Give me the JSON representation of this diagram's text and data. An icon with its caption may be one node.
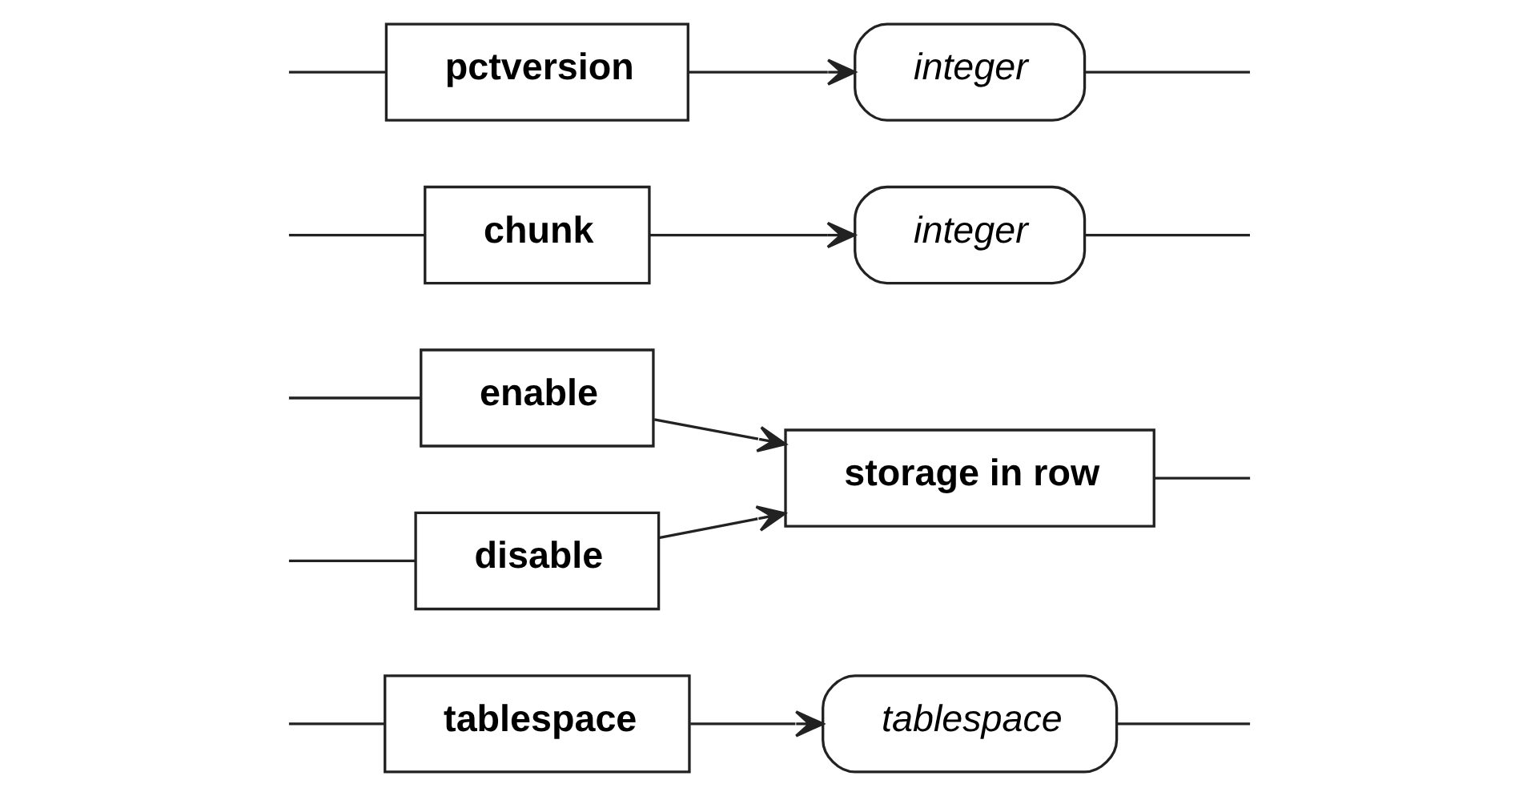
{
  "diagram": {
    "nodes": [
      {
        "text": [
          "tablespace"
        ]
      },
      {
        "text": [
          "tablespace"
        ]
      },
      {
        "text": [
          "enable"
        ]
      },
      {
        "text": [
          "disable"
        ]
      },
      {
        "text": [
          "storage in row"
        ]
      },
      {
        "text": [
          "chunk"
        ]
      },
      {
        "text": [
          "integer"
        ]
      },
      {
        "text": [
          "pctversion"
        ]
      },
      {
        "text": [
          "integer"
        ]
      }
    ],
    "edges": [
      {
        "from": null,
        "to": 0,
        "arrow": "none"
      },
      {
        "from": 0,
        "to": 1,
        "arrow": "to"
      },
      {
        "from": 1,
        "to": null,
        "arrow": "none"
      },
      {
        "from": null,
        "to": 2,
        "arrow": "none"
      },
      {
        "from": null,
        "to": 3,
        "arrow": "none"
      },
      {
        "from": 2,
        "to": 4,
        "arrow": "to"
      },
      {
        "from": 3,
        "to": 4,
        "arrow": "to"
      },
      {
        "from": 4,
        "to": null,
        "arrow": "none"
      },
      {
        "from": null,
        "to": 5,
        "arrow": "none"
      },
      {
        "from": 5,
        "to": 6,
        "arrow": "to"
      },
      {
        "from": 6,
        "to": null,
        "arrow": "none"
      },
      {
        "from": null,
        "to": 7,
        "arrow": "none"
      },
      {
        "from": 7,
        "to": 8,
        "arrow": "to"
      },
      {
        "from": 8,
        "to": null,
        "arrow": "none"
      }
    ]
  }
}
